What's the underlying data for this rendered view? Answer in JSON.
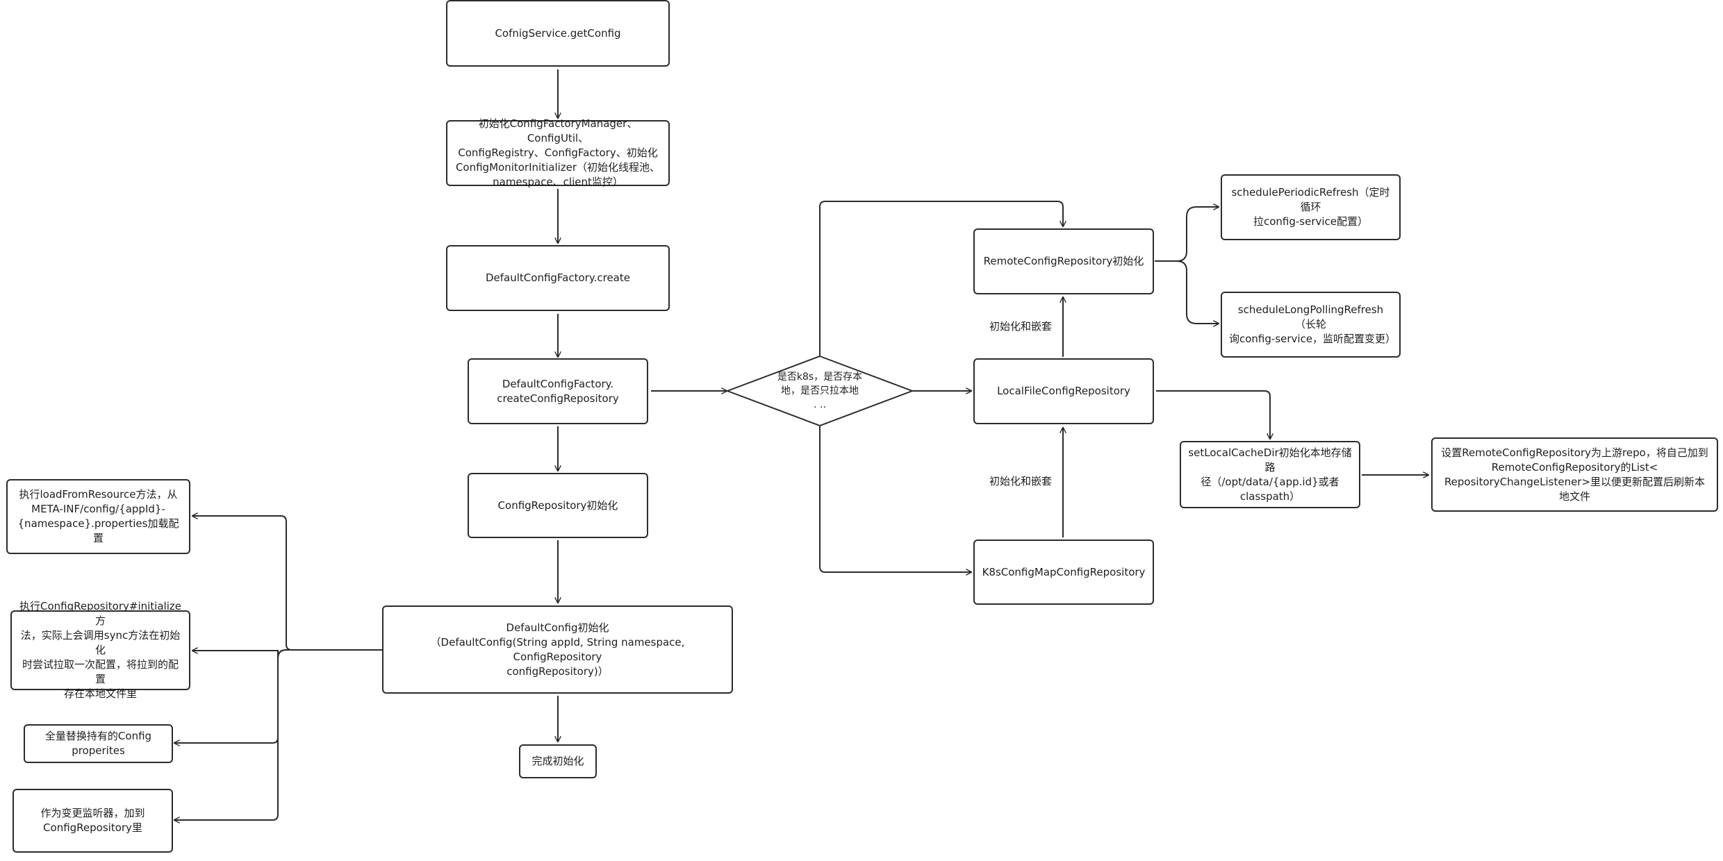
{
  "nodes": {
    "getConfig": "CofnigService.getConfig",
    "init": "初始化ConfigFactoryManager、ConfigUtil、\nConfigRegistry、ConfigFactory、初始化\nConfigMonitorInitializer（初始化线程池、\nnamespace、client监控）",
    "factoryCreate": "DefaultConfigFactory.create",
    "createRepo": "DefaultConfigFactory.\ncreateConfigRepository",
    "repoInit": "ConfigRepository初始化",
    "defaultConfig": "DefaultConfig初始化\n（DefaultConfig(String appId, String namespace, ConfigRepository\nconfigRepository)）",
    "done": "完成初始化",
    "decision": "是否k8s，是否存本\n地，是否只拉本地\n. ..",
    "remote": "RemoteConfigRepository初始化",
    "localFile": "LocalFileConfigRepository",
    "k8s": "K8sConfigMapConfigRepository",
    "periodic": "schedulePeriodicRefresh（定时循环\n拉config-service配置）",
    "longPolling": "scheduleLongPollingRefresh（长轮\n询config-service，监听配置变更）",
    "setCacheDir": "setLocalCacheDir初始化本地存储路\n径（/opt/data/{app.id}或者\nclasspath）",
    "upstream": "设置RemoteConfigRepository为上游repo，将自己加到\nRemoteConfigRepository的List<\nRepositoryChangeListener>里以便更新配置后刷新本地文件",
    "loadResource": "执行loadFromResource方法，从\nMETA-INF/config/{appId}-\n{namespace}.properties加载配置",
    "initialize": "执行ConfigRepository#initialize方\n法，实际上会调用sync方法在初始化\n时尝试拉取一次配置，将拉到的配置\n存在本地文件里",
    "replace": "全量替换持有的Config\nproperites",
    "listener": "作为变更监听器，加到\nConfigRepository里"
  },
  "edge_labels": {
    "localToRemote": "初始化和嵌套",
    "k8sToLocal": "初始化和嵌套"
  }
}
